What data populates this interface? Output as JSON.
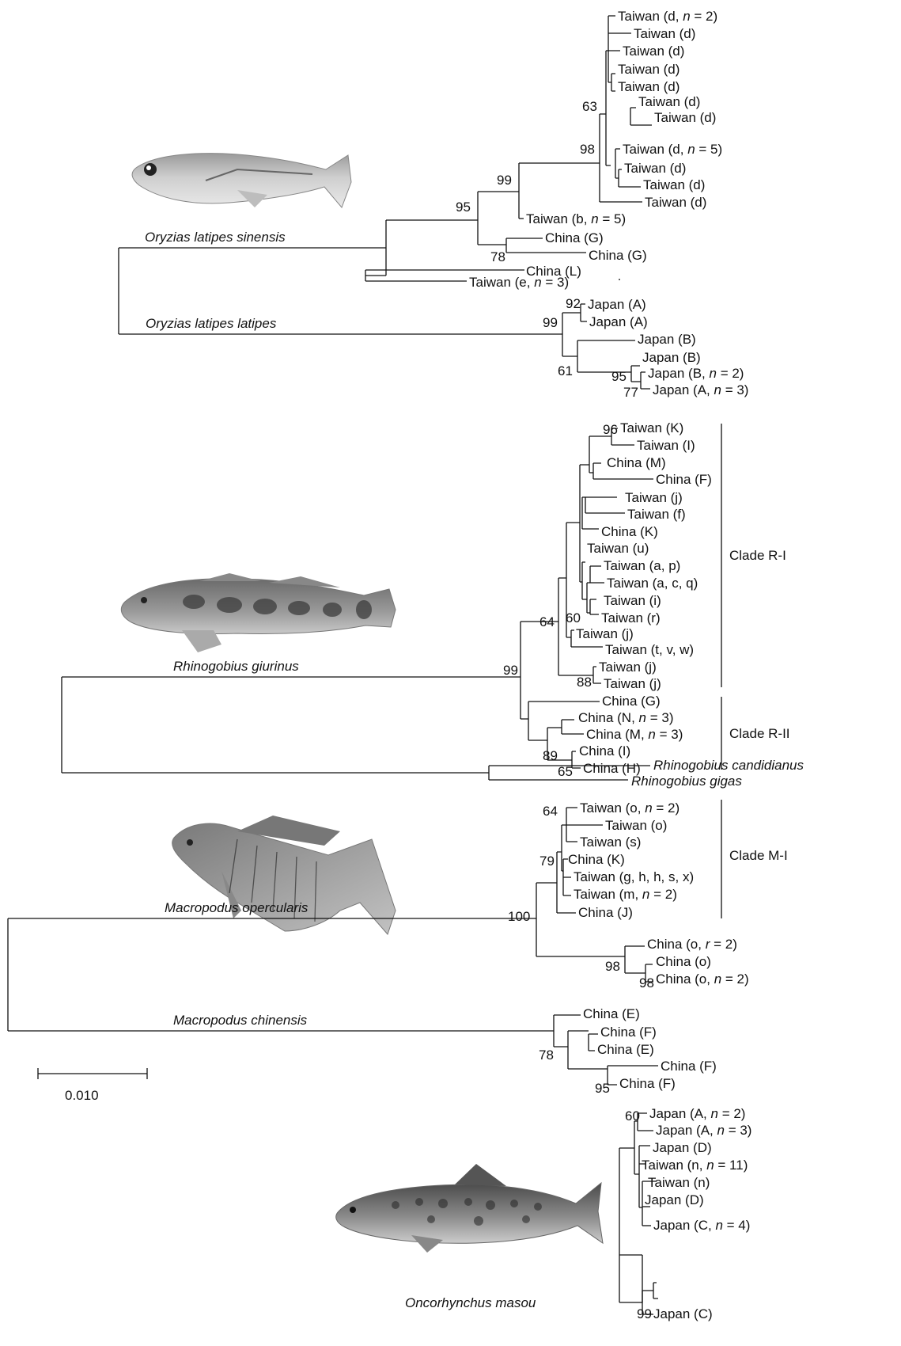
{
  "species_labels": {
    "oryzias_sinensis": "Oryzias latipes sinensis",
    "oryzias_latipes": "Oryzias latipes latipes",
    "rhinogobius_giurinus": "Rhinogobius giurinus",
    "rhinogobius_candidianus": "Rhinogobius candidianus",
    "rhinogobius_gigas": "Rhinogobius gigas",
    "macropodus_opercularis": "Macropodus opercularis",
    "macropodus_chinensis": "Macropodus chinensis",
    "oncorhynchus_masou": "Oncorhynchus masou"
  },
  "clade_labels": {
    "r1": "Clade R-I",
    "r2": "Clade R-II",
    "m1": "Clade M-I"
  },
  "scale_bar": {
    "label": "0.010"
  },
  "colors": {
    "line": "#111111",
    "background": "#ffffff"
  },
  "fish_icons": [
    "medaka-fish-icon",
    "goby-fish-icon",
    "paradise-fish-icon",
    "salmon-fish-icon"
  ],
  "tips": [
    {
      "pre": "Taiwan (d, ",
      "n": "n",
      "post": " = 2)"
    },
    {
      "pre": "Taiwan (d)"
    },
    {
      "pre": "Taiwan (d)"
    },
    {
      "pre": "Taiwan (d)"
    },
    {
      "pre": "Taiwan (d)"
    },
    {
      "pre": "Taiwan (d)"
    },
    {
      "pre": "Taiwan (d)"
    },
    {
      "pre": "Taiwan (d, ",
      "n": "n",
      "post": " = 5)"
    },
    {
      "pre": "Taiwan (d)"
    },
    {
      "pre": "Taiwan (d)"
    },
    {
      "pre": "Taiwan (d)"
    },
    {
      "pre": "Taiwan (b, ",
      "n": "n",
      "post": " = 5)"
    },
    {
      "pre": "China (G)"
    },
    {
      "pre": "China (G)"
    },
    {
      "pre": "China (L)"
    },
    {
      "pre": "Taiwan (e, ",
      "n": "n",
      "post": " = 3)"
    },
    {
      "pre": "Japan (A)"
    },
    {
      "pre": "Japan (A)"
    },
    {
      "pre": "Japan (B)"
    },
    {
      "pre": "Japan (B)"
    },
    {
      "pre": "Japan (B, ",
      "n": "n",
      "post": " = 2)"
    },
    {
      "pre": "Japan (A, ",
      "n": "n",
      "post": " = 3)"
    },
    {
      "pre": "Taiwan (K)"
    },
    {
      "pre": "Taiwan (I)"
    },
    {
      "pre": "China (M)"
    },
    {
      "pre": "China (F)"
    },
    {
      "pre": "Taiwan (j)"
    },
    {
      "pre": "Taiwan (f)"
    },
    {
      "pre": "China (K)"
    },
    {
      "pre": "Taiwan (u)"
    },
    {
      "pre": "Taiwan (a, p)"
    },
    {
      "pre": "Taiwan (a, c, q)"
    },
    {
      "pre": "Taiwan (i)"
    },
    {
      "pre": "Taiwan (r)"
    },
    {
      "pre": "Taiwan (j)"
    },
    {
      "pre": "Taiwan (t, v, w)"
    },
    {
      "pre": "Taiwan (j)"
    },
    {
      "pre": "Taiwan (j)"
    },
    {
      "pre": "China (G)"
    },
    {
      "pre": "China (N, ",
      "n": "n",
      "post": " = 3)"
    },
    {
      "pre": "China (M, ",
      "n": "n",
      "post": " = 3)"
    },
    {
      "pre": "China (I)"
    },
    {
      "pre": "China (H)"
    },
    {
      "pre": "Taiwan (o, ",
      "n": "n",
      "post": " = 2)"
    },
    {
      "pre": "Taiwan (o)"
    },
    {
      "pre": "Taiwan (s)"
    },
    {
      "pre": "China (K)"
    },
    {
      "pre": "Taiwan (g, h, h, s, x)"
    },
    {
      "pre": "Taiwan (m, ",
      "n": "n",
      "post": " = 2)"
    },
    {
      "pre": "China (J)"
    },
    {
      "pre": "China (o, ",
      "n": "r",
      "post": " = 2)"
    },
    {
      "pre": "China (o)"
    },
    {
      "pre": "China (o, ",
      "n": "n",
      "post": " = 2)"
    },
    {
      "pre": "China (E)"
    },
    {
      "pre": "China (F)"
    },
    {
      "pre": "China (E)"
    },
    {
      "pre": "China (F)"
    },
    {
      "pre": "China (F)"
    },
    {
      "pre": "Japan (A, ",
      "n": "n",
      "post": " = 2)"
    },
    {
      "pre": "Japan (A, ",
      "n": "n",
      "post": " = 3)"
    },
    {
      "pre": "Japan (D)"
    },
    {
      "pre": "Taiwan (n, ",
      "n": "n",
      "post": " = 11)"
    },
    {
      "pre": "Taiwan (n)"
    },
    {
      "pre": "Japan (D)"
    },
    {
      "pre": "Japan (C, ",
      "n": "n",
      "post": " = 4)"
    },
    {
      "pre": "Japan (C)"
    }
  ],
  "bootstrap": [
    "63",
    "98",
    "99",
    "95",
    "78",
    "92",
    "99",
    "61",
    "95",
    "77",
    "96",
    "64",
    "60",
    "99",
    "88",
    "89",
    "65",
    "64",
    "79",
    "100",
    "98",
    "98",
    "78",
    "95",
    "60",
    "99"
  ]
}
